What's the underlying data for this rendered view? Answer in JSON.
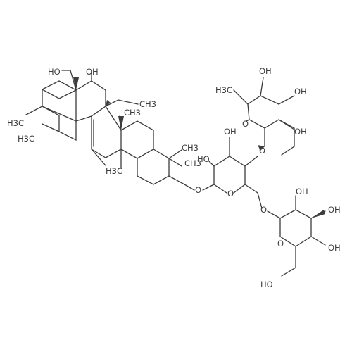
{
  "labels": {
    "ch2oh_top": "HO",
    "ring_oh_top": "OH",
    "ch3_right": "CH3",
    "ch3_c14": "CH3",
    "gem_left_a": "H3C",
    "gem_left_b": "H3C",
    "ch3_c10": "H3C",
    "gem4_a": "CH3",
    "gem4_b": "CH3",
    "glyco_o1": "O",
    "ara_ring_o": "O",
    "ara_oh_c2": "HO",
    "ara_oh_c3": "OH",
    "ara_o_rha": "O",
    "ara_o_ch2": "O",
    "rha_ring_o": "O",
    "rha_ch3": "H3C",
    "rha_oh_a": "OH",
    "rha_oh_b": "OH",
    "rha_oh_c": "OH",
    "glc_ring_o": "O",
    "glc_oh_a": "OH",
    "glc_oh_b": "OH",
    "glc_oh_c": "OH",
    "glc_ch2oh": "HO"
  }
}
